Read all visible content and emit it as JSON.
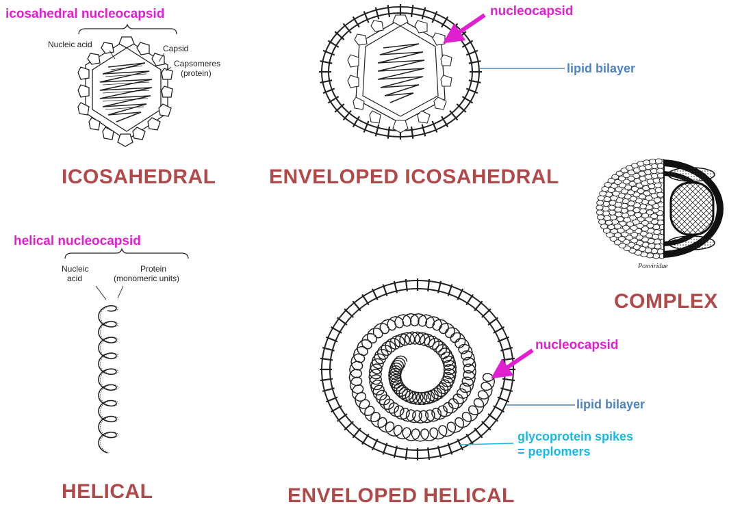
{
  "icosahedral": {
    "heading": "icosahedral nucleocapsid",
    "label_nucleic_acid": "Nucleic acid",
    "label_capsid": "Capsid",
    "label_capsomeres_1": "Capsomeres",
    "label_capsomeres_2": "(protein)",
    "title": "ICOSAHEDRAL"
  },
  "enveloped_icosahedral": {
    "nucleocapsid": "nucleocapsid",
    "lipid_bilayer": "lipid bilayer",
    "title": "ENVELOPED ICOSAHEDRAL"
  },
  "complex": {
    "caption": "Poxviridae",
    "title": "COMPLEX"
  },
  "helical": {
    "heading": "helical nucleocapsid",
    "label_nucleic_1": "Nucleic",
    "label_nucleic_2": "acid",
    "label_protein_1": "Protein",
    "label_protein_2": "(monomeric units)",
    "title": "HELICAL"
  },
  "enveloped_helical": {
    "nucleocapsid": "nucleocapsid",
    "lipid_bilayer": "lipid bilayer",
    "spikes_1": "glycoprotein spikes",
    "spikes_2": "= peplomers",
    "title": "ENVELOPED HELICAL"
  },
  "colors": {
    "title": "#b04a4a",
    "magenta": "#e020d0",
    "blue": "#4f82c0",
    "cyan": "#1ab8e8"
  }
}
